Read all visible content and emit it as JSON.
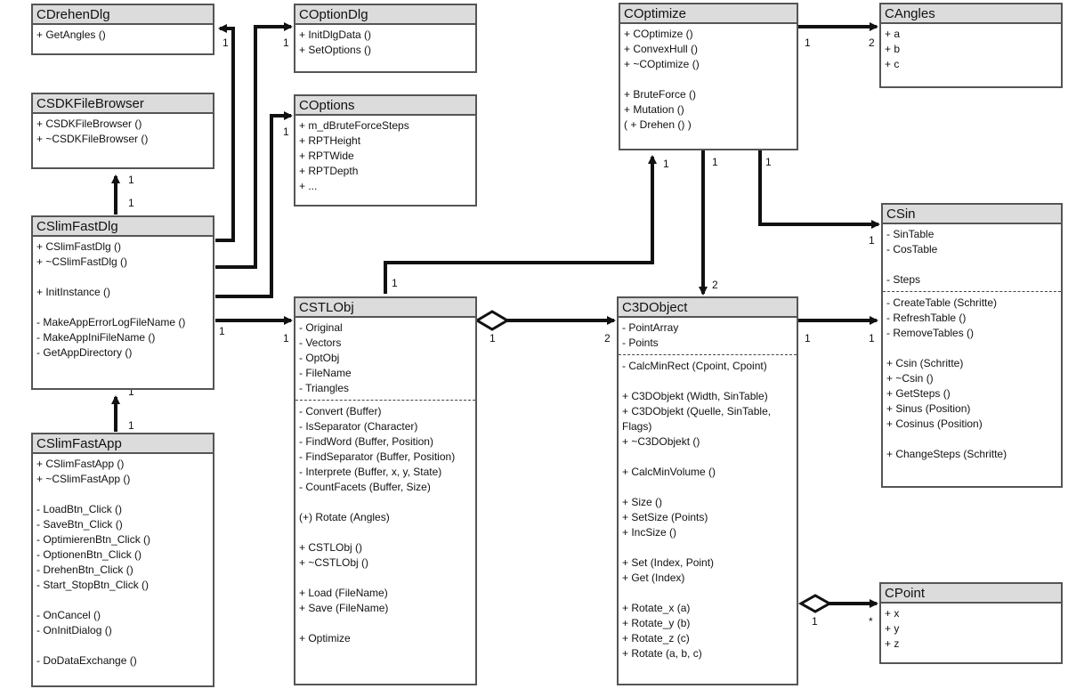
{
  "classes": {
    "cdrehendlg": {
      "name": "CDrehenDlg",
      "members": [
        "+ GetAngles ()"
      ]
    },
    "coptiondlg": {
      "name": "COptionDlg",
      "members": [
        "+ InitDlgData ()",
        "+ SetOptions ()"
      ]
    },
    "csdkfilebrowser": {
      "name": "CSDKFileBrowser",
      "members": [
        "+ CSDKFileBrowser ()",
        "+ ~CSDKFileBrowser ()"
      ]
    },
    "coptions": {
      "name": "COptions",
      "members": [
        "+ m_dBruteForceSteps",
        "+ RPTHeight",
        "+ RPTWide",
        "+ RPTDepth",
        "+ ..."
      ]
    },
    "cslimfastdlg": {
      "name": "CSlimFastDlg",
      "members": [
        "+ CSlimFastDlg ()",
        "+ ~CSlimFastDlg ()",
        "",
        "+ InitInstance ()",
        "",
        "- MakeAppErrorLogFileName ()",
        "- MakeAppIniFileName ()",
        "- GetAppDirectory ()"
      ]
    },
    "cslimfastapp": {
      "name": "CSlimFastApp",
      "members": [
        "+ CSlimFastApp ()",
        "+ ~CSlimFastApp ()",
        "",
        "- LoadBtn_Click ()",
        "- SaveBtn_Click ()",
        "- OptimierenBtn_Click ()",
        "- OptionenBtn_Click ()",
        "- DrehenBtn_Click ()",
        "- Start_StopBtn_Click ()",
        "",
        "- OnCancel ()",
        "- OnInitDialog ()",
        "",
        "- DoDataExchange ()"
      ]
    },
    "cstlobj": {
      "name": "CSTLObj",
      "attributes": [
        "- Original",
        "- Vectors",
        "- OptObj",
        "- FileName",
        "- Triangles"
      ],
      "members": [
        "- Convert (Buffer)",
        "- IsSeparator (Character)",
        "- FindWord (Buffer, Position)",
        "- FindSeparator (Buffer, Position)",
        "- Interprete (Buffer, x, y, State)",
        "- CountFacets (Buffer, Size)",
        "",
        "(+) Rotate (Angles)",
        "",
        "+ CSTLObj ()",
        "+ ~CSTLObj ()",
        "",
        "+ Load (FileName)",
        "+ Save (FileName)",
        "",
        "+ Optimize"
      ]
    },
    "coptimize": {
      "name": "COptimize",
      "members": [
        "+ COptimize ()",
        "+ ConvexHull ()",
        "+ ~COptimize ()",
        "",
        "+ BruteForce ()",
        "+ Mutation ()",
        "( + Drehen () )"
      ]
    },
    "cangles": {
      "name": "CAngles",
      "members": [
        "+ a",
        "+ b",
        "+ c"
      ]
    },
    "c3dobject": {
      "name": "C3DObject",
      "attributes": [
        "- PointArray",
        "- Points"
      ],
      "members": [
        "- CalcMinRect (Cpoint, Cpoint)",
        "",
        "+ C3DObjekt (Width, SinTable)",
        "+ C3DObjekt (Quelle, SinTable,",
        "                          Flags)",
        "+ ~C3DObjekt ()",
        "",
        "+ CalcMinVolume ()",
        "",
        "+ Size ()",
        "+ SetSize (Points)",
        "+ IncSize ()",
        "",
        "+ Set (Index, Point)",
        "+ Get (Index)",
        "",
        "+ Rotate_x (a)",
        "+ Rotate_y (b)",
        "+ Rotate_z (c)",
        "+ Rotate (a, b, c)"
      ]
    },
    "csin": {
      "name": "CSin",
      "attributes": [
        "- SinTable",
        "- CosTable",
        "",
        "- Steps"
      ],
      "members": [
        "- CreateTable (Schritte)",
        "- RefreshTable ()",
        "- RemoveTables ()",
        "",
        "+ Csin (Schritte)",
        "+ ~Csin ()",
        "+ GetSteps ()",
        "+ Sinus (Position)",
        "+ Cosinus (Position)",
        "",
        "+ ChangeSteps (Schritte)"
      ]
    },
    "cpoint": {
      "name": "CPoint",
      "members": [
        "+ x",
        "+ y",
        "+ z"
      ]
    }
  },
  "multiplicities": {
    "dlg_drehen": "1",
    "dlg_option": "1",
    "dlg_sdk": "1",
    "app_dlg_top": "1",
    "app_dlg_bottom": "1",
    "options_1": "1",
    "dlg_stl_src": "1",
    "dlg_stl_dst": "1",
    "stl_opt": "1",
    "opt_stl": "1",
    "opt_angles_src": "1",
    "opt_angles_dst": "2",
    "opt_3d_src": "1",
    "opt_3d_dst": "2",
    "opt_sin_src": "1",
    "opt_sin_dst": "1",
    "stl_3d_src": "1",
    "stl_3d_dst": "2",
    "3d_sin_src": "1",
    "3d_sin_dst": "1",
    "3d_point_src": "1",
    "3d_point_dst": "*"
  }
}
